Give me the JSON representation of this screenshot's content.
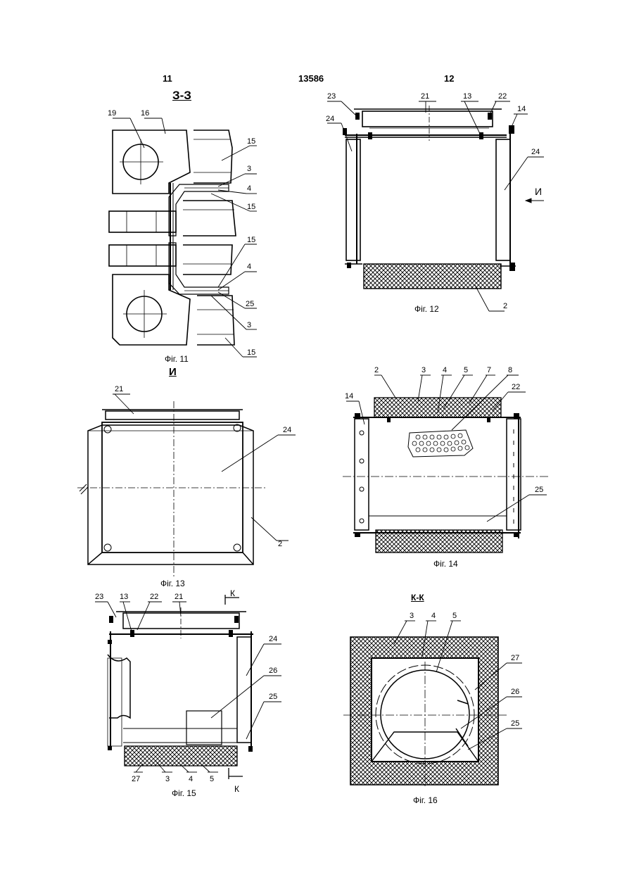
{
  "header": {
    "page_left": "11",
    "patent_number": "13586",
    "page_right": "12"
  },
  "fig11": {
    "section": "З-З",
    "caption": "Фіг. 11",
    "labels": [
      "19",
      "16",
      "15",
      "3",
      "4",
      "15",
      "15",
      "4",
      "25",
      "3",
      "15"
    ]
  },
  "fig12": {
    "caption": "Фіг. 12",
    "labels": [
      "23",
      "21",
      "13",
      "22",
      "14",
      "24",
      "24",
      "2"
    ],
    "view_mark": "И"
  },
  "fig13": {
    "section": "И",
    "caption": "Фіг. 13",
    "labels": [
      "21",
      "24",
      "2"
    ]
  },
  "fig14": {
    "caption": "Фіг. 14",
    "labels": [
      "2",
      "3",
      "4",
      "5",
      "7",
      "8",
      "22",
      "14",
      "25"
    ]
  },
  "fig15": {
    "caption": "Фіг. 15",
    "labels": [
      "23",
      "13",
      "22",
      "21",
      "24",
      "26",
      "25",
      "27",
      "3",
      "4",
      "5"
    ],
    "cut_top": "К",
    "cut_bottom": "К"
  },
  "fig16": {
    "section": "К-К",
    "caption": "Фіг. 16",
    "labels": [
      "3",
      "4",
      "5",
      "27",
      "26",
      "25"
    ]
  },
  "colors": {
    "ink": "#000000",
    "paper": "#ffffff"
  }
}
